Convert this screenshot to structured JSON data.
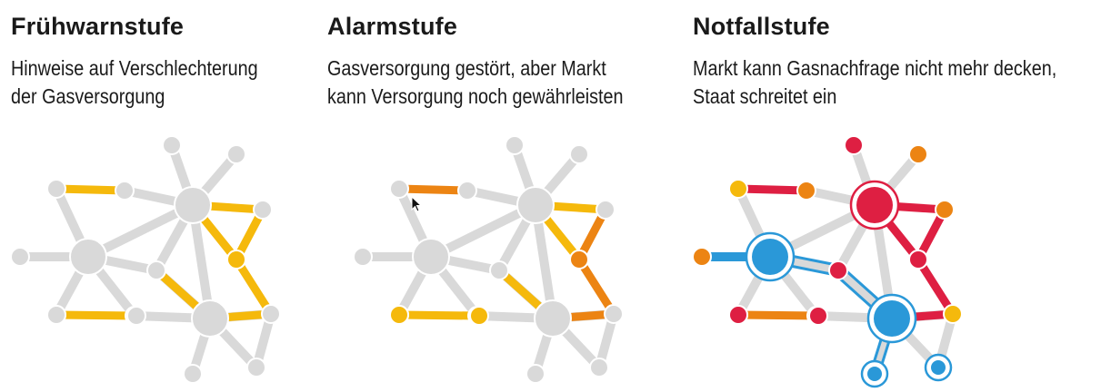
{
  "colors": {
    "inactive": "#d9d9d9",
    "yellow": "#f5b90c",
    "orange": "#ec8413",
    "red": "#de1f42",
    "blue": "#2a98d8",
    "outline_blue": "#2a98d8"
  },
  "panels": [
    {
      "id": "fruehwarnstufe",
      "title": "Frühwarnstufe",
      "desc_lines": [
        "Hinweise auf Verschlechterung",
        "der Gasversorgung"
      ],
      "edge_colors": [
        "yellow",
        "yellow",
        "yellow",
        "yellow",
        "yellow",
        "yellow",
        "yellow",
        "yellow"
      ],
      "hub_colors": [
        "inactive",
        "inactive",
        "inactive"
      ],
      "leaf_colors": [
        "inactive",
        "inactive",
        "inactive",
        "inactive",
        "inactive",
        "inactive",
        "inactive",
        "inactive",
        "inactive",
        "inactive",
        "inactive",
        "inactive",
        "inactive",
        "inactive",
        "inactive",
        "yellow"
      ]
    },
    {
      "id": "alarmstufe",
      "title": "Alarmstufe",
      "desc_lines": [
        "Gasversorgung gestört, aber Markt",
        "kann Versorgung noch gewährleisten"
      ],
      "edge_colors": [
        "orange",
        "yellow",
        "orange",
        "orange",
        "yellow",
        "yellow",
        "yellow",
        "orange"
      ],
      "hub_colors": [
        "inactive",
        "inactive",
        "inactive"
      ],
      "leaf_colors": [
        "inactive",
        "inactive",
        "inactive",
        "inactive",
        "inactive",
        "inactive",
        "inactive",
        "inactive",
        "inactive",
        "inactive",
        "inactive",
        "inactive",
        "inactive",
        "yellow",
        "yellow",
        "orange"
      ]
    },
    {
      "id": "notfallstufe",
      "title": "Notfallstufe",
      "desc_lines": [
        "Markt kann Gasnachfrage nicht mehr decken,",
        "Staat schreitet ein"
      ],
      "edge_colors": [
        "red",
        "red",
        "red",
        "red",
        "red",
        "orange",
        "red",
        "red"
      ],
      "hub_colors": [
        "blue",
        "red",
        "blue"
      ],
      "leaf_colors": [
        "yellow",
        "orange",
        "yellow",
        "yellow",
        "red",
        "orange",
        "red",
        "orange",
        "orange",
        "yellow",
        "yellow",
        "blue",
        "blue",
        "red",
        "red",
        "red"
      ]
    }
  ]
}
